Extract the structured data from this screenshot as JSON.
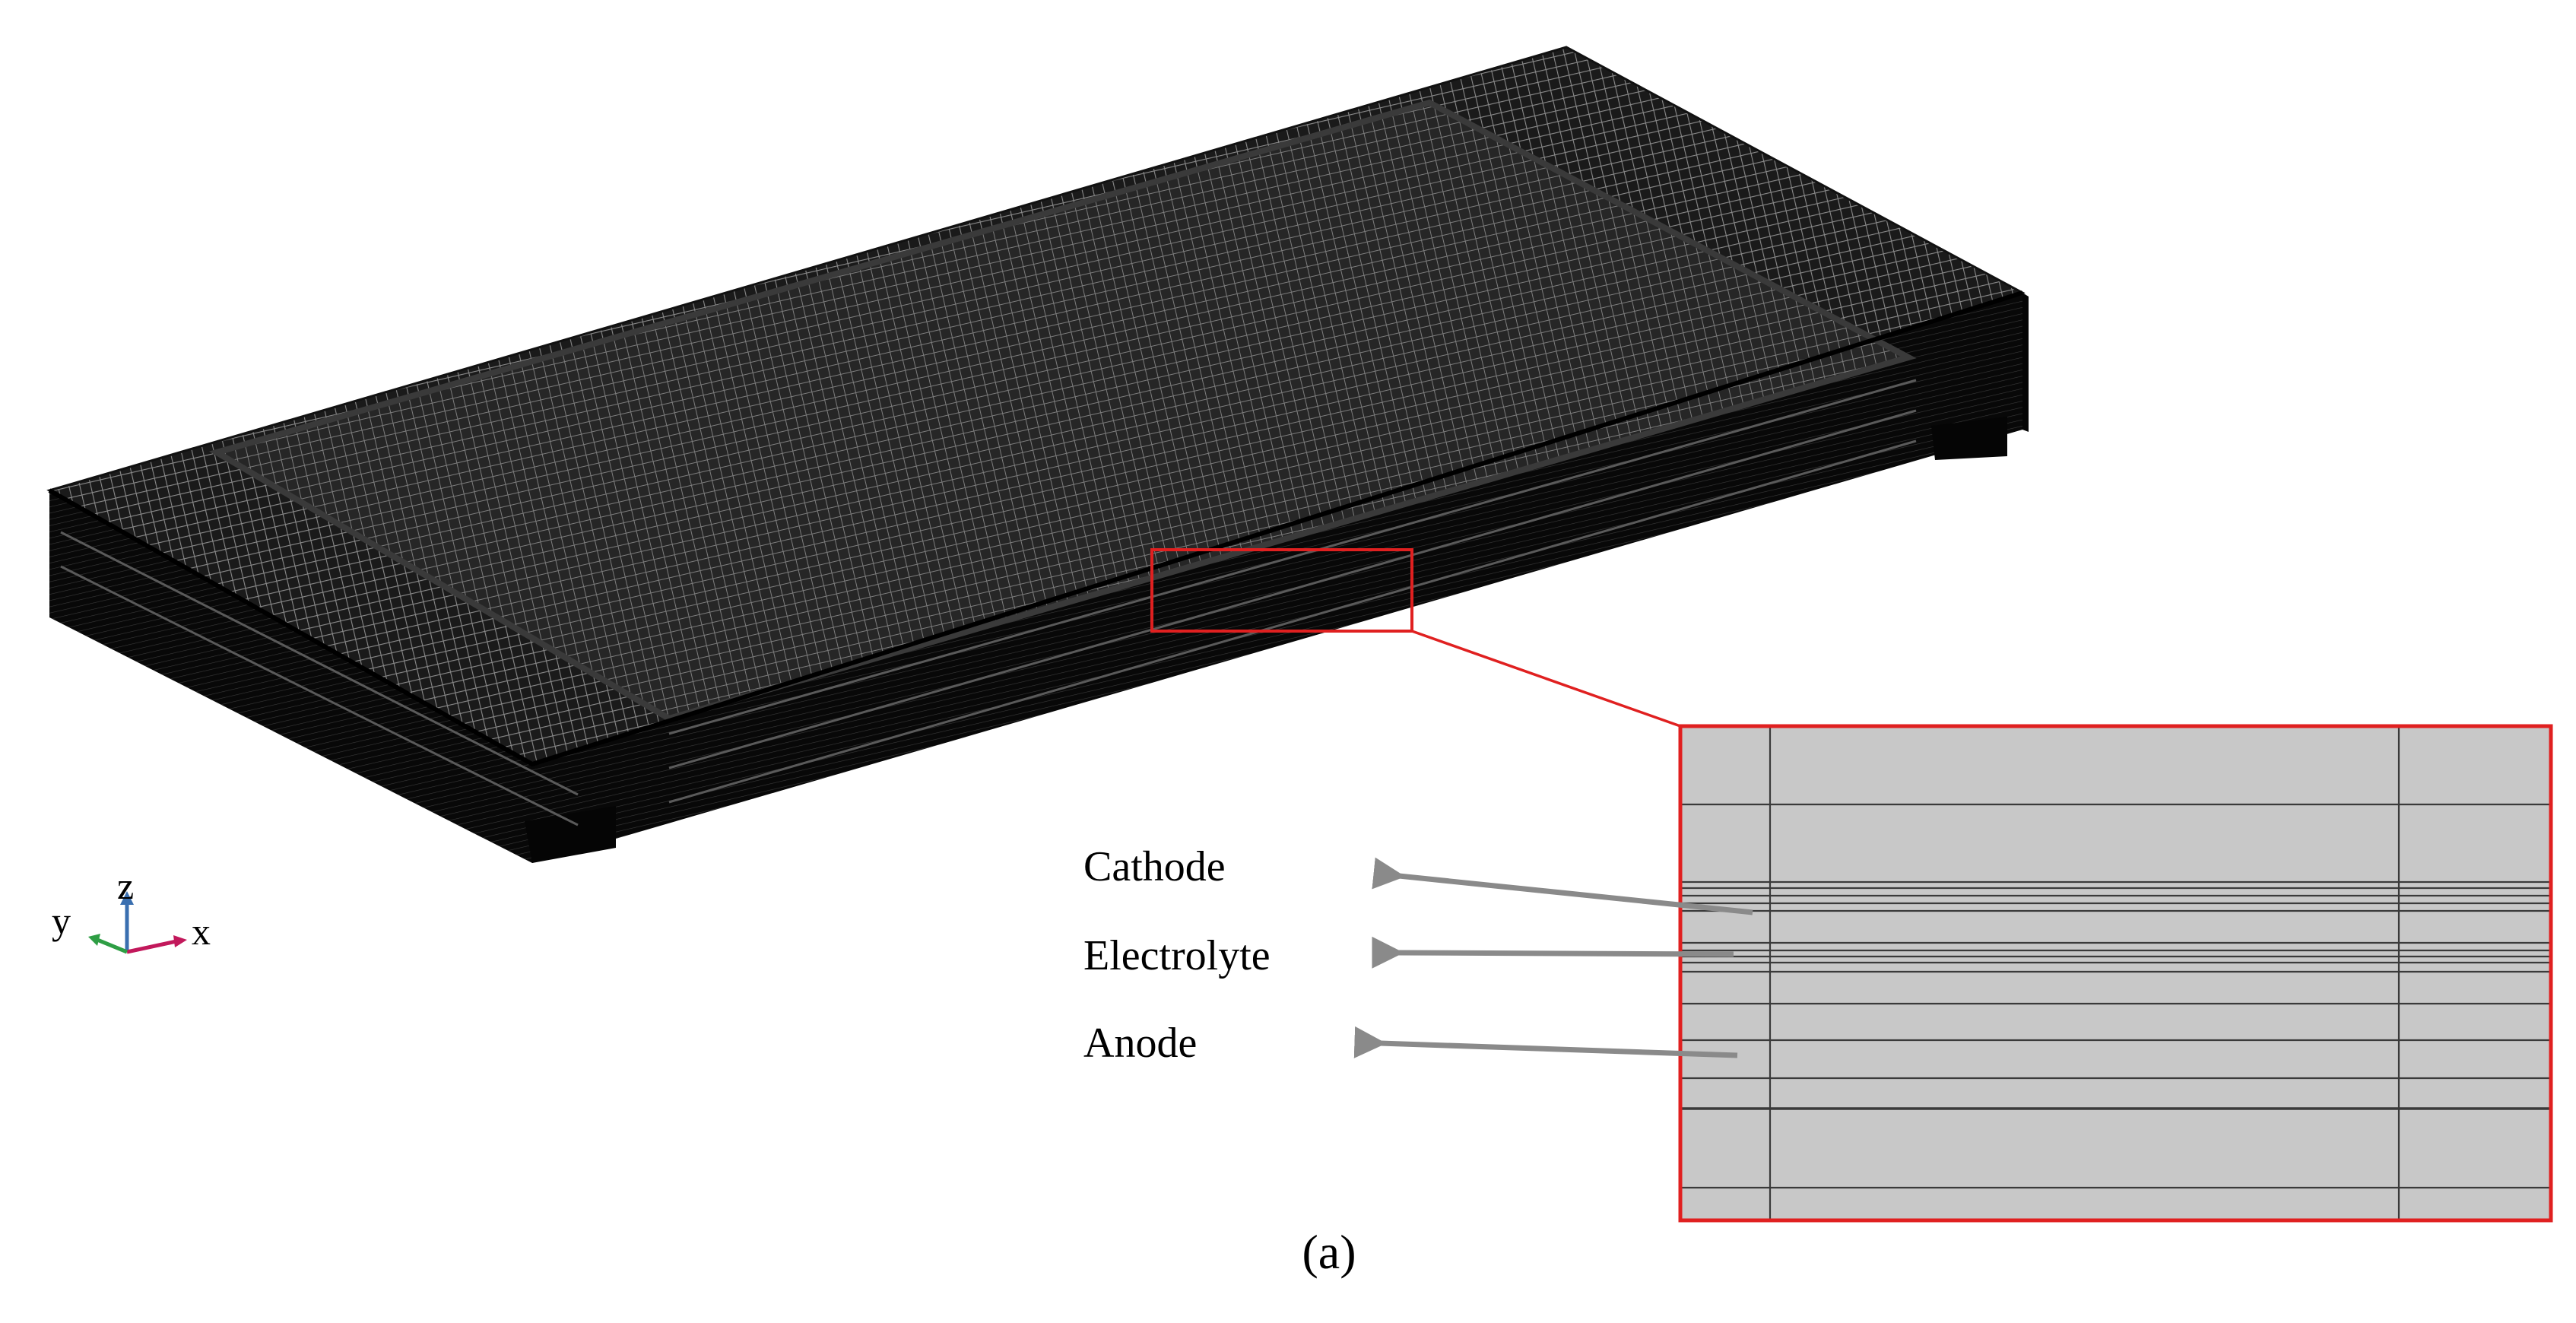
{
  "figure": {
    "panel_label": "(a)",
    "layer_labels": {
      "cathode": "Cathode",
      "electrolyte": "Electrolyte",
      "anode": "Anode"
    },
    "axis_triad": {
      "x": "x",
      "y": "y",
      "z": "z"
    }
  },
  "colors": {
    "highlight_box": "#e02020",
    "mesh_dark": "#0d0d0d",
    "mesh_line": "#6a6a6a",
    "zoom_fill": "#c8c8c8",
    "arrow": "#8a8a8a",
    "axis_x": "#c2185b",
    "axis_y": "#2e9e44",
    "axis_z": "#3a6fb0"
  }
}
